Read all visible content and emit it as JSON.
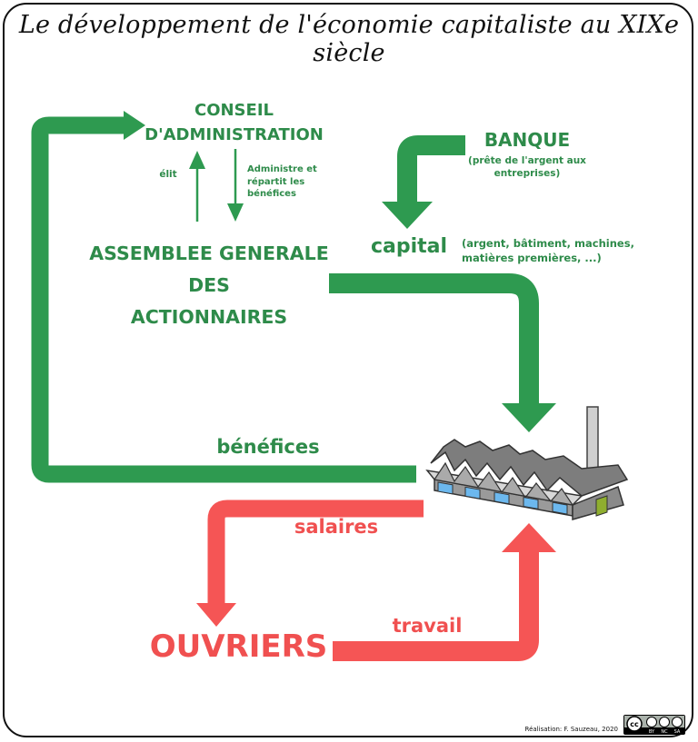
{
  "title": "Le développement de l'économie capitaliste au XIXe siècle",
  "nodes": {
    "conseil": [
      "CONSEIL",
      "D'ADMINISTRATION"
    ],
    "assemblee": [
      "ASSEMBLEE GENERALE",
      "DES",
      "ACTIONNAIRES"
    ],
    "banque": "BANQUE",
    "banque_note": [
      "(prête de l'argent aux",
      "entreprises)"
    ],
    "ouvriers": "OUVRIERS"
  },
  "links": {
    "elit": "élit",
    "administre": [
      "Administre et",
      "répartit les",
      "bénéfices"
    ],
    "capital": "capital",
    "capital_note": [
      "(argent, bâtiment, machines,",
      "matières premières, ...)"
    ],
    "benefices": "bénéfices",
    "salaires": "salaires",
    "travail": "travail"
  },
  "credit": "Réalisation: F. Sauzeau, 2020",
  "license": {
    "label": "cc",
    "terms": [
      "BY",
      "NC",
      "SA"
    ]
  },
  "colors": {
    "green": "#2e8b4a",
    "arrow_green": "#2e9a50",
    "red": "#f05050",
    "arrow_red": "#f55555"
  }
}
